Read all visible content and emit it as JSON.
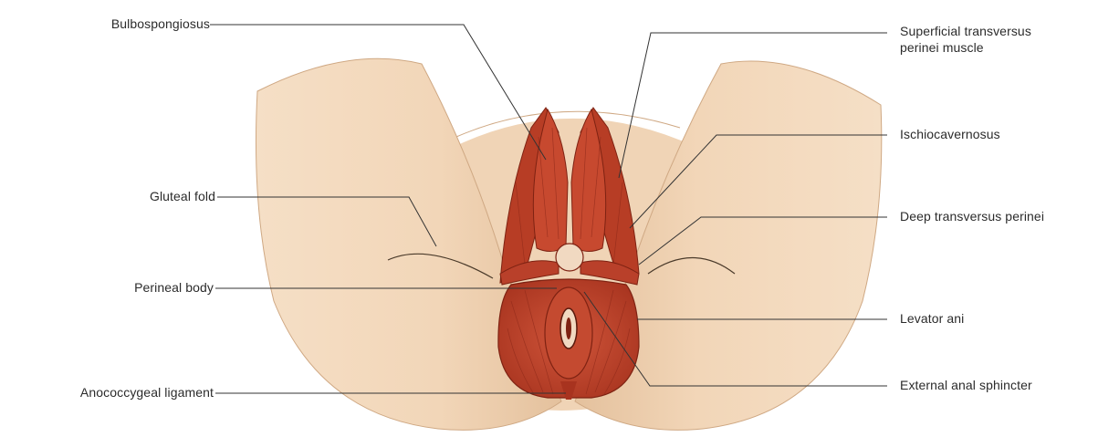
{
  "labels": {
    "bulbospongiosus": "Bulbospongiosus",
    "gluteal_fold": "Gluteal fold",
    "perineal_body": "Perineal body",
    "anococcygeal": "Anococcygeal ligament",
    "superficial_1": "Superficial transversus",
    "superficial_2": "perinei muscle",
    "ischiocavernosus": "Ischiocavernosus",
    "deep_transversus": "Deep transversus perinei",
    "levator_ani": "Levator ani",
    "external_anal": "External anal sphincter"
  },
  "colors": {
    "skin": "#f3d9bd",
    "skin_shadow": "#e2bd98",
    "muscle": "#c2452c",
    "muscle_dark": "#8f2a19",
    "leader_line": "#333333"
  }
}
